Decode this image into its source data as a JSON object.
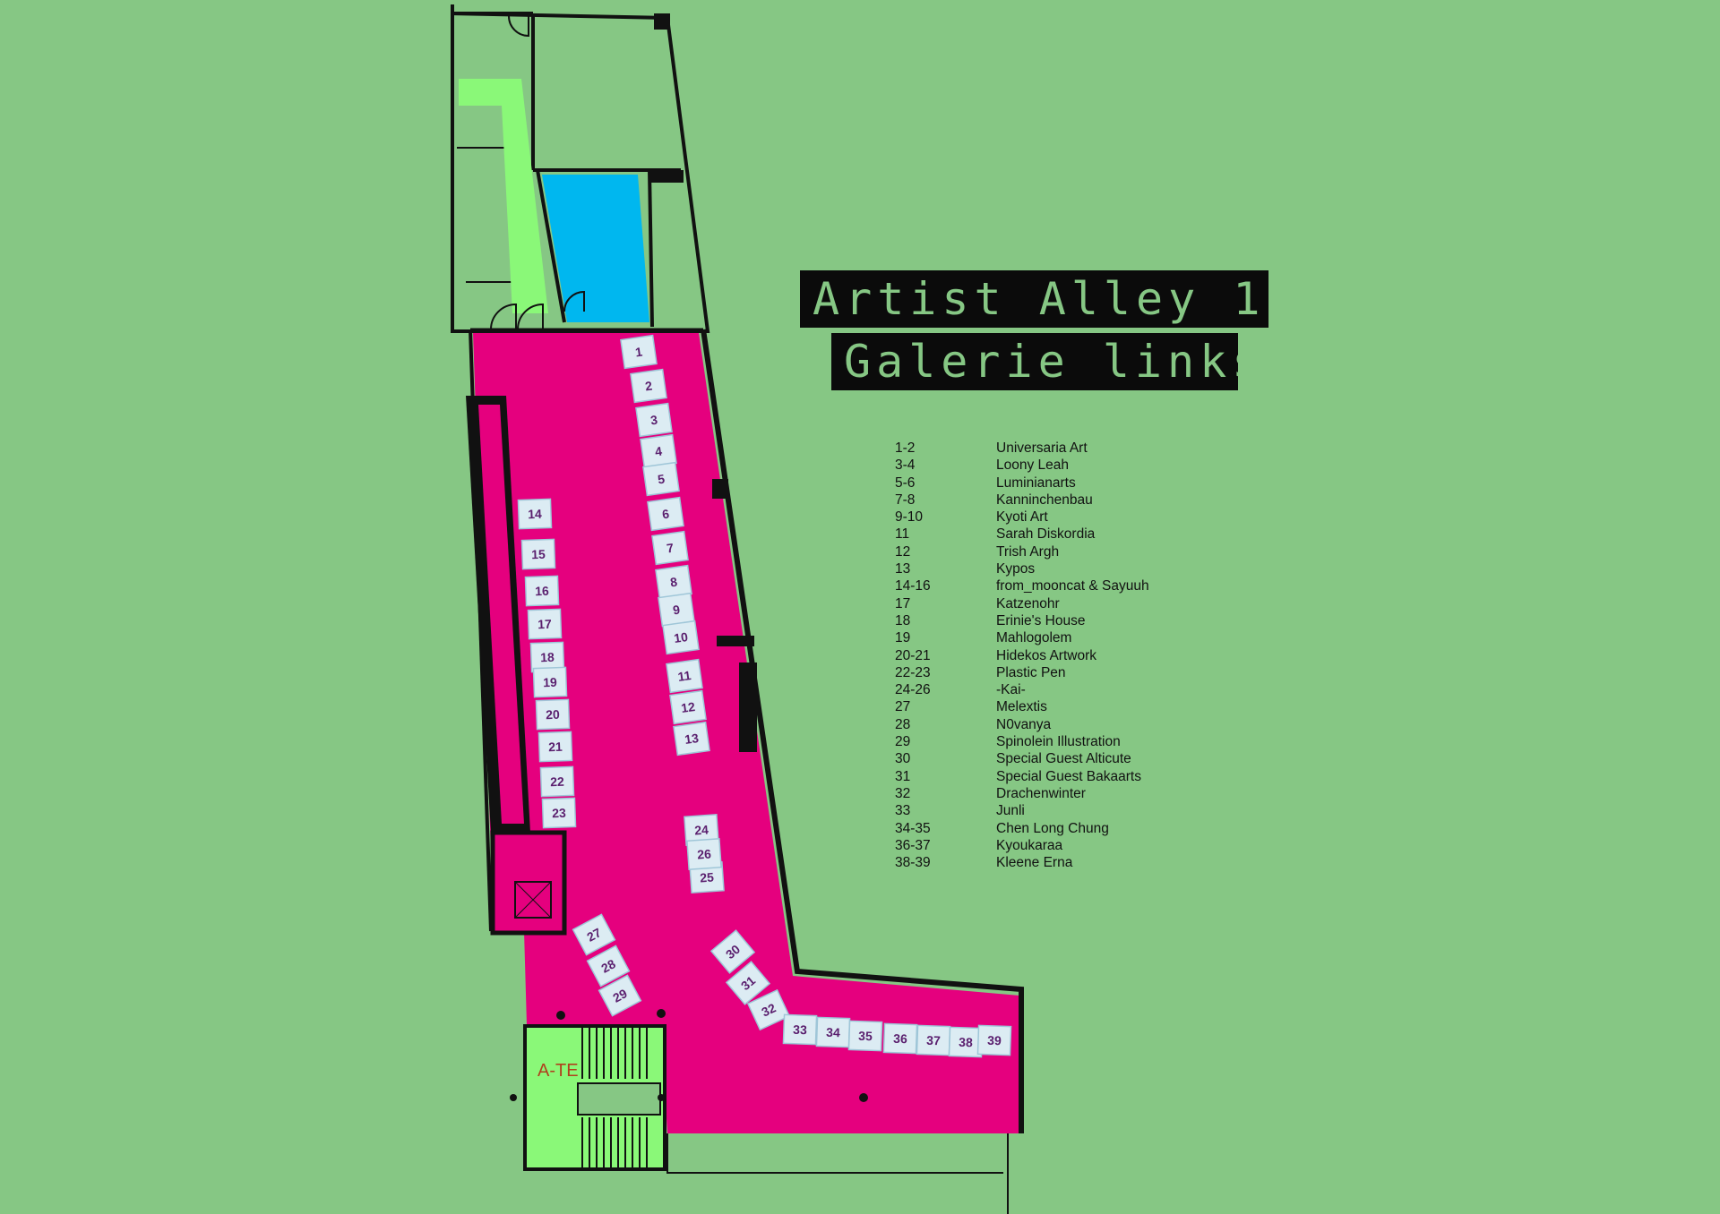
{
  "title": {
    "line1": "Artist Alley 1",
    "line2": "Galerie links"
  },
  "room_label": "A-TE",
  "colors": {
    "background": "#86c784",
    "alley_floor": "#e5007e",
    "booth_table": "#dcecf3",
    "water_room": "#00b7ef",
    "corridor": "#8af878",
    "walls": "#111111"
  },
  "booths": [
    "1",
    "2",
    "3",
    "4",
    "5",
    "6",
    "7",
    "8",
    "9",
    "10",
    "11",
    "12",
    "13",
    "14",
    "15",
    "16",
    "17",
    "18",
    "19",
    "20",
    "21",
    "22",
    "23",
    "24",
    "25",
    "26",
    "27",
    "28",
    "29",
    "30",
    "31",
    "32",
    "33",
    "34",
    "35",
    "36",
    "37",
    "38",
    "39"
  ],
  "legend": [
    {
      "range": "1-2",
      "name": "Universaria Art"
    },
    {
      "range": "3-4",
      "name": "Loony Leah"
    },
    {
      "range": "5-6",
      "name": "Luminianarts"
    },
    {
      "range": "7-8",
      "name": "Kanninchenbau"
    },
    {
      "range": "9-10",
      "name": "Kyoti Art"
    },
    {
      "range": "11",
      "name": "Sarah Diskordia"
    },
    {
      "range": "12",
      "name": "Trish Argh"
    },
    {
      "range": "13",
      "name": "Kypos"
    },
    {
      "range": "14-16",
      "name": "from_mooncat & Sayuuh"
    },
    {
      "range": "17",
      "name": "Katzenohr"
    },
    {
      "range": "18",
      "name": "Erinie's House"
    },
    {
      "range": "19",
      "name": "Mahlogolem"
    },
    {
      "range": "20-21",
      "name": "Hidekos Artwork"
    },
    {
      "range": "22-23",
      "name": "Plastic Pen"
    },
    {
      "range": "24-26",
      "name": "-Kai-"
    },
    {
      "range": "27",
      "name": "Melextis"
    },
    {
      "range": "28",
      "name": "N0vanya"
    },
    {
      "range": "29",
      "name": "Spinolein Illustration"
    },
    {
      "range": "30",
      "name": "Special Guest Alticute"
    },
    {
      "range": "31",
      "name": "Special Guest Bakaarts"
    },
    {
      "range": "32",
      "name": "Drachenwinter"
    },
    {
      "range": "33",
      "name": "Junli"
    },
    {
      "range": "34-35",
      "name": "Chen Long Chung"
    },
    {
      "range": "36-37",
      "name": "Kyoukaraa"
    },
    {
      "range": "38-39",
      "name": "Kleene Erna"
    }
  ]
}
